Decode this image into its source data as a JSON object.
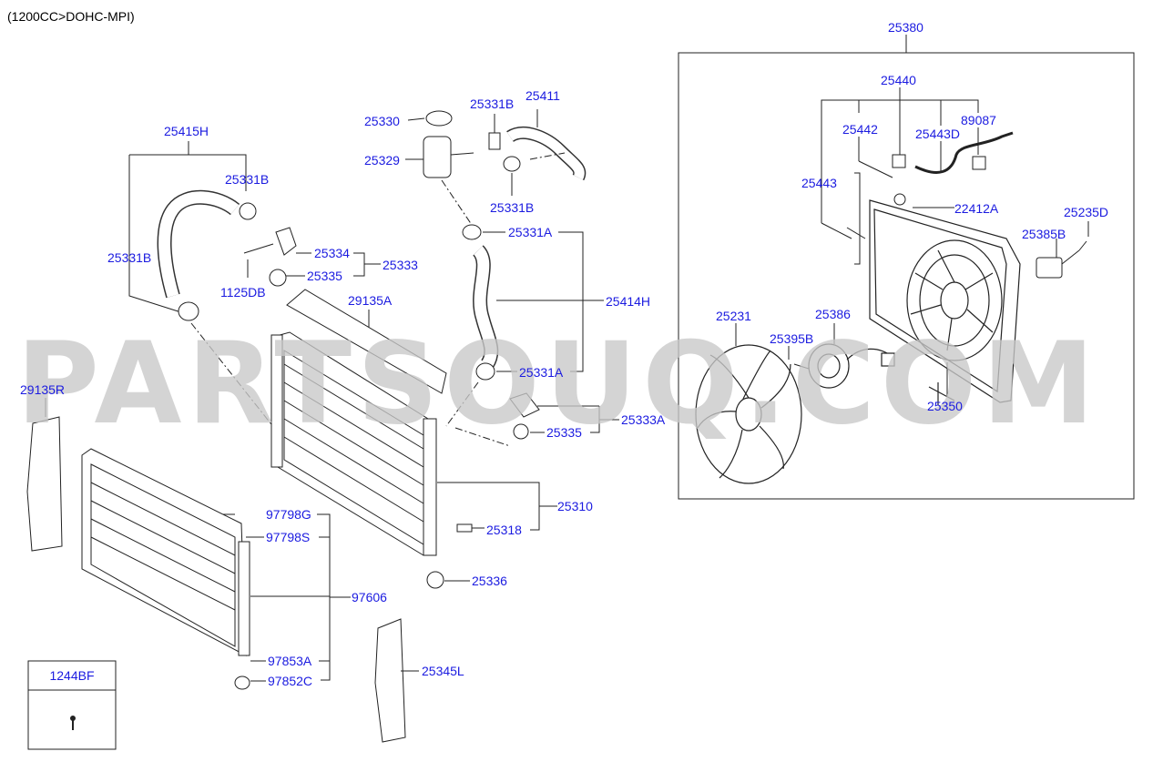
{
  "header": "(1200CC>DOHC-MPI)",
  "watermark": "PARTSOUQ.COM",
  "inset_box": {
    "part_no": "1244BF"
  },
  "labels": [
    {
      "id": "25380",
      "text": "25380"
    },
    {
      "id": "25440",
      "text": "25440"
    },
    {
      "id": "25442",
      "text": "25442"
    },
    {
      "id": "25443D",
      "text": "25443D"
    },
    {
      "id": "89087",
      "text": "89087"
    },
    {
      "id": "25443",
      "text": "25443"
    },
    {
      "id": "22412A",
      "text": "22412A"
    },
    {
      "id": "25235D",
      "text": "25235D"
    },
    {
      "id": "25385B",
      "text": "25385B"
    },
    {
      "id": "25231",
      "text": "25231"
    },
    {
      "id": "25386",
      "text": "25386"
    },
    {
      "id": "25395B",
      "text": "25395B"
    },
    {
      "id": "25350",
      "text": "25350"
    },
    {
      "id": "25330",
      "text": "25330"
    },
    {
      "id": "25331B_a",
      "text": "25331B"
    },
    {
      "id": "25411",
      "text": "25411"
    },
    {
      "id": "25329",
      "text": "25329"
    },
    {
      "id": "25331B_b",
      "text": "25331B"
    },
    {
      "id": "25331A_a",
      "text": "25331A"
    },
    {
      "id": "25415H",
      "text": "25415H"
    },
    {
      "id": "25331B_c",
      "text": "25331B"
    },
    {
      "id": "25331B_d",
      "text": "25331B"
    },
    {
      "id": "25334",
      "text": "25334"
    },
    {
      "id": "25333",
      "text": "25333"
    },
    {
      "id": "25335_a",
      "text": "25335"
    },
    {
      "id": "1125DB",
      "text": "1125DB"
    },
    {
      "id": "29135A",
      "text": "29135A"
    },
    {
      "id": "25414H",
      "text": "25414H"
    },
    {
      "id": "25331A_b",
      "text": "25331A"
    },
    {
      "id": "29135R",
      "text": "29135R"
    },
    {
      "id": "25333A",
      "text": "25333A"
    },
    {
      "id": "25335_b",
      "text": "25335"
    },
    {
      "id": "25310",
      "text": "25310"
    },
    {
      "id": "25318",
      "text": "25318"
    },
    {
      "id": "97798G",
      "text": "97798G"
    },
    {
      "id": "97798S",
      "text": "97798S"
    },
    {
      "id": "97606",
      "text": "97606"
    },
    {
      "id": "25336",
      "text": "25336"
    },
    {
      "id": "25345L",
      "text": "25345L"
    },
    {
      "id": "97853A",
      "text": "97853A"
    },
    {
      "id": "97852C",
      "text": "97852C"
    }
  ]
}
